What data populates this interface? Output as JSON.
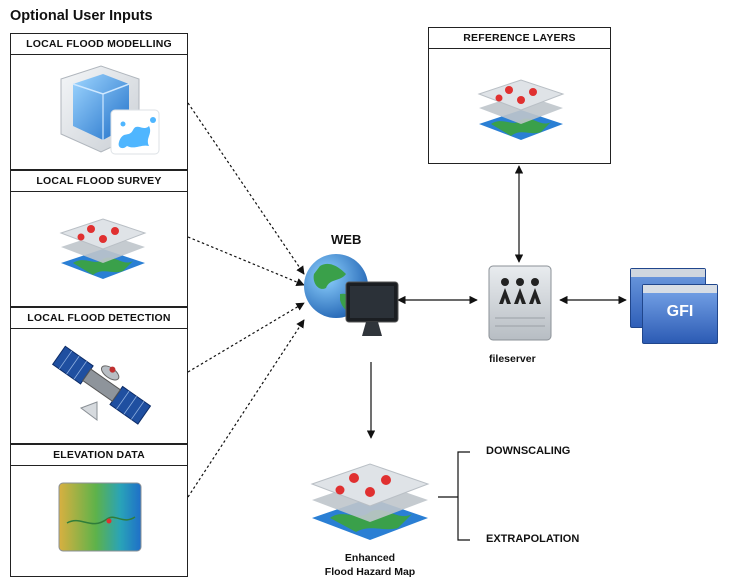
{
  "title": "Optional User Inputs",
  "inputs": [
    {
      "label": "LOCAL FLOOD MODELLING",
      "icon": "flood-model-cube-icon"
    },
    {
      "label": "LOCAL FLOOD SURVEY",
      "icon": "map-layers-icon"
    },
    {
      "label": "LOCAL FLOOD DETECTION",
      "icon": "satellite-icon"
    },
    {
      "label": "ELEVATION DATA",
      "icon": "elevation-map-icon"
    }
  ],
  "reference": {
    "label": "REFERENCE LAYERS",
    "icon": "map-layers-icon"
  },
  "web": {
    "label": "WEB",
    "icon": "globe-monitor-icon"
  },
  "fileserver": {
    "label": "fileserver",
    "icon": "fileserver-icon"
  },
  "gfi": {
    "label": "GFI",
    "icon": "app-windows-icon"
  },
  "output": {
    "line1": "Enhanced",
    "line2": "Flood Hazard Map",
    "icon": "map-layers-icon"
  },
  "methods": [
    "DOWNSCALING",
    "EXTRAPOLATION"
  ],
  "colors": {
    "line": "#111111",
    "water": "#2a7fd4",
    "land": "#3aa04a",
    "pin": "#e03030"
  }
}
